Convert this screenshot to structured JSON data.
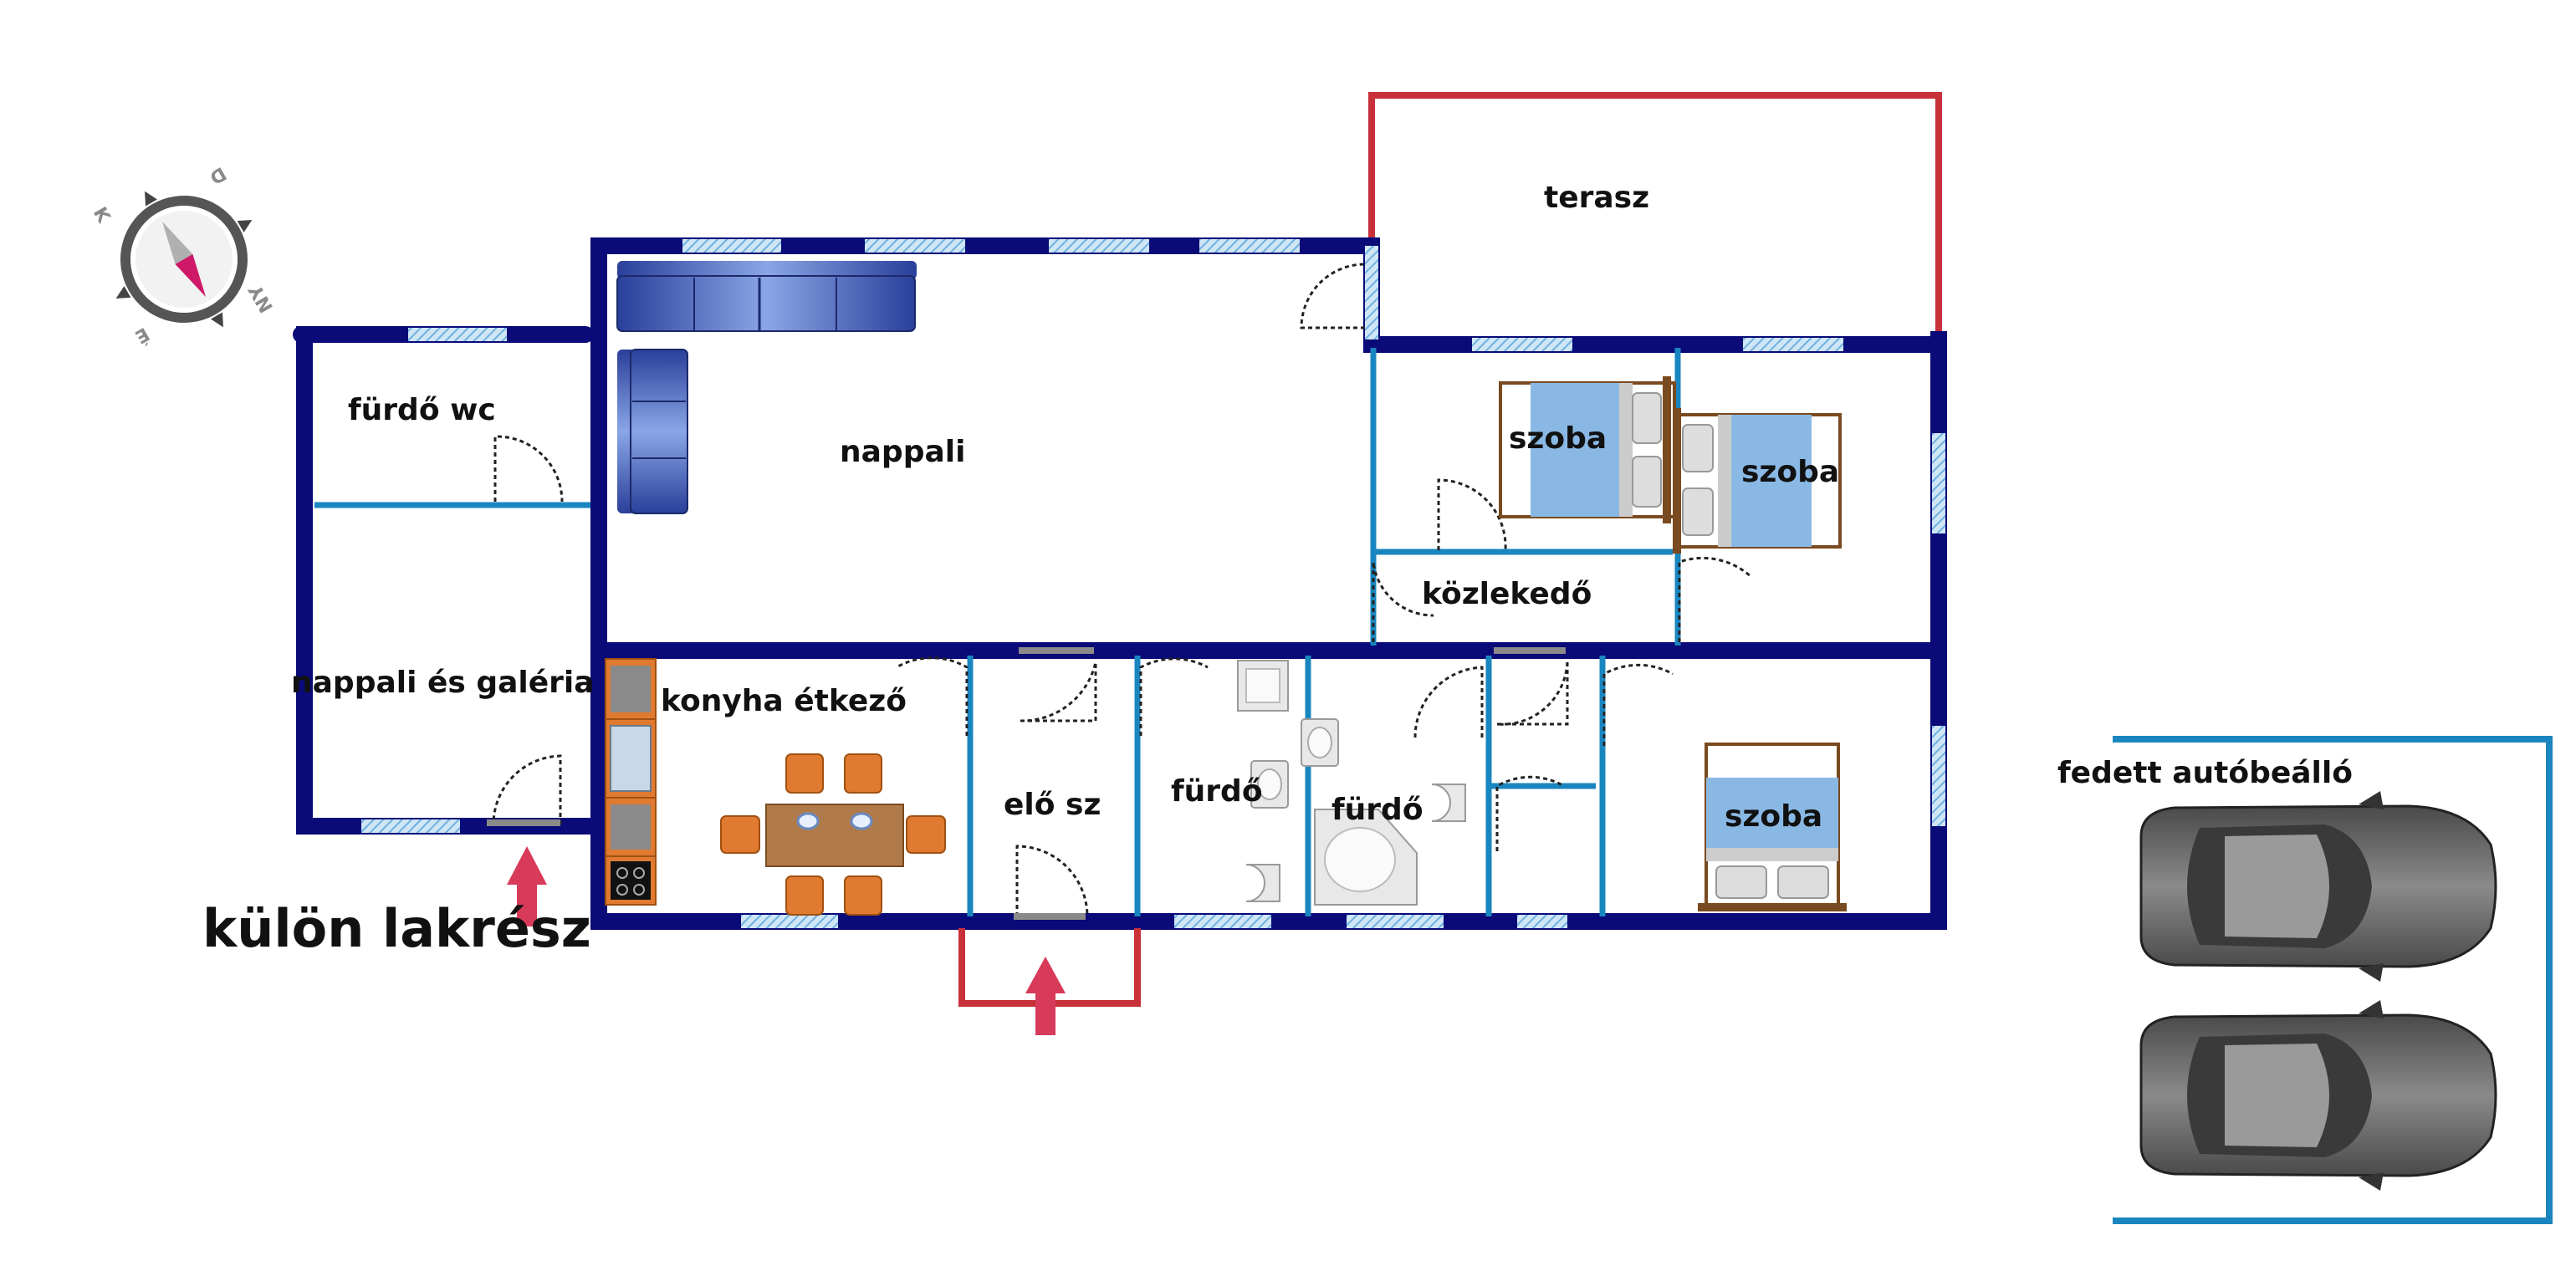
{
  "rooms": {
    "terasz": "terasz",
    "nappali": "nappali",
    "furdo_wc": "fürdő wc",
    "nappali_galeria": "nappali és galéria",
    "konyha": "konyha étkező",
    "elo_sz": "elő sz",
    "furdo_1": "fürdő",
    "furdo_2": "fürdő",
    "szoba_1": "szoba",
    "szoba_2": "szoba",
    "szoba_3": "szoba",
    "kozlekedo": "közlekedő",
    "autobeallo": "fedett autóbeálló"
  },
  "annotations": {
    "separate_unit": "külön lakrész"
  },
  "compass": {
    "north": "É",
    "south": "D",
    "east": "K",
    "west": "NY"
  },
  "colors": {
    "outer_wall": "#0a0a78",
    "inner_wall": "#1a86c0",
    "terrace_outline": "#c8303a",
    "carport_outline": "#1a86c0",
    "window": "#8ec3e6",
    "entrance_arrow": "#d83a5a",
    "furniture_wood": "#b07a4a",
    "chair_orange": "#e07a30",
    "bed_blue": "#8ab8e4",
    "car_body": "#6a6a6a"
  }
}
